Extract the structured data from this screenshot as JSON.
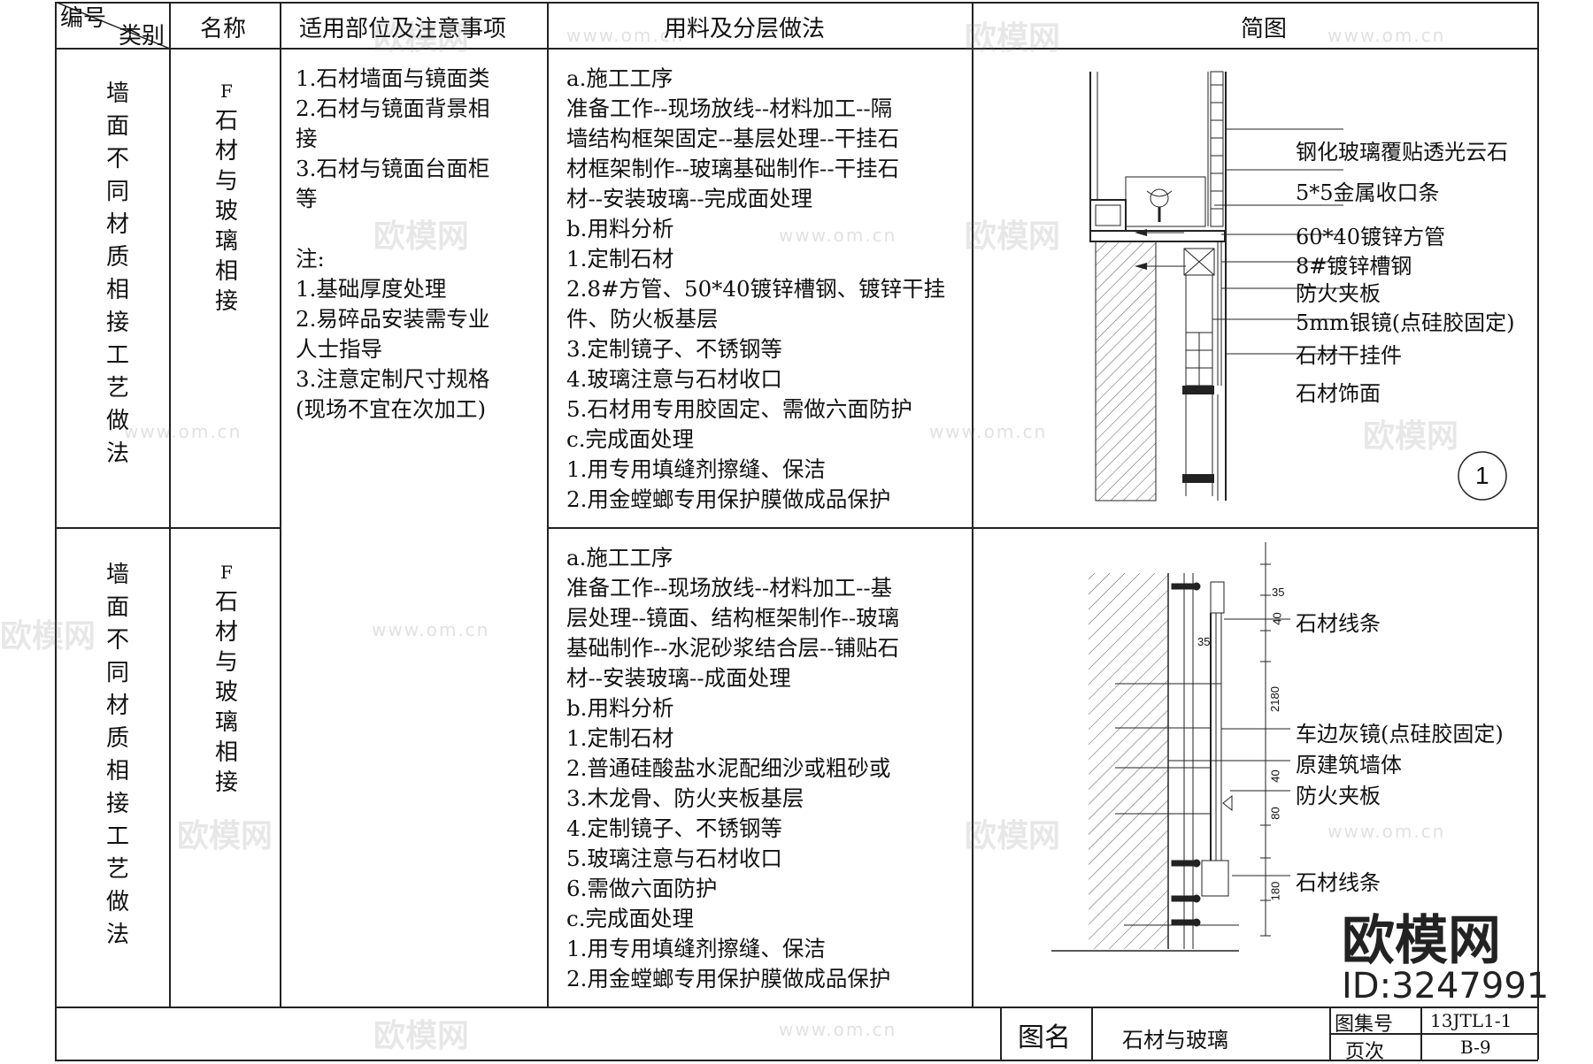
{
  "header": {
    "id_label": "编号",
    "category_label": "类别",
    "name_label": "名称",
    "scope_label": "适用部位及注意事项",
    "method_label": "用料及分层做法",
    "sketch_label": "简图"
  },
  "rows": [
    {
      "category": [
        "墙",
        "面",
        "不",
        "同",
        "材",
        "质",
        "相",
        "接",
        "工",
        "艺",
        "做",
        "法"
      ],
      "name_code": "F",
      "name": [
        "石",
        "材",
        "与",
        "玻",
        "璃",
        "相",
        "接"
      ],
      "scope": [
        "1.石材墙面与镜面类",
        "2.石材与镜面背景相",
        "接",
        "3.石材与镜面台面柜",
        "等",
        "",
        "注:",
        "1.基础厚度处理",
        "2.易碎品安装需专业",
        "人士指导",
        "3.注意定制尺寸规格",
        "(现场不宜在次加工)"
      ],
      "method": [
        "a.施工工序",
        "准备工作--现场放线--材料加工--隔",
        "墙结构框架固定--基层处理--干挂石",
        "材框架制作--玻璃基础制作--干挂石",
        "材--安装玻璃--完成面处理",
        "b.用料分析",
        "1.定制石材",
        "2.8#方管、50*40镀锌槽钢、镀锌干挂",
        "件、防火板基层",
        "3.定制镜子、不锈钢等",
        "4.玻璃注意与石材收口",
        "5.石材用专用胶固定、需做六面防护",
        "c.完成面处理",
        "1.用专用填缝剂擦缝、保洁",
        "2.用金螳螂专用保护膜做成品保护"
      ],
      "sketch_labels": [
        "钢化玻璃覆贴透光云石",
        "5*5金属收口条",
        "60*40镀锌方管",
        "8#镀锌槽钢",
        "防火夹板",
        "5mm银镜(点硅胶固定)",
        "石材干挂件",
        "石材饰面"
      ],
      "sketch_number": "1"
    },
    {
      "category": [
        "墙",
        "面",
        "不",
        "同",
        "材",
        "质",
        "相",
        "接",
        "工",
        "艺",
        "做",
        "法"
      ],
      "name_code": "F",
      "name": [
        "石",
        "材",
        "与",
        "玻",
        "璃",
        "相",
        "接"
      ],
      "method": [
        "a.施工工序",
        "准备工作--现场放线--材料加工--基",
        "层处理--镜面、结构框架制作--玻璃",
        "基础制作--水泥砂浆结合层--铺贴石",
        "材--安装玻璃--成面处理",
        "b.用料分析",
        "1.定制石材",
        "2.普通硅酸盐水泥配细沙或粗砂或",
        "3.木龙骨、防火夹板基层",
        "4.定制镜子、不锈钢等",
        "5.玻璃注意与石材收口",
        "6.需做六面防护",
        "c.完成面处理",
        "1.用专用填缝剂擦缝、保洁",
        "2.用金螳螂专用保护膜做成品保护"
      ],
      "sketch_labels": [
        "石材线条",
        "车边灰镜(点硅胶固定)",
        "原建筑墙体",
        "防火夹板",
        "石材线条"
      ],
      "dimensions": [
        "35",
        "40",
        "35",
        "2180",
        "40",
        "80",
        "180"
      ]
    }
  ],
  "footer": {
    "figure_name_label": "图名",
    "figure_name": "石材与玻璃",
    "atlas_label": "图集号",
    "atlas_value": "13JTL1-1",
    "page_label": "页次",
    "page_value": "B-9"
  },
  "watermark": {
    "brand": "欧模网",
    "url": "www.om.cn",
    "id": "ID:3247991"
  }
}
